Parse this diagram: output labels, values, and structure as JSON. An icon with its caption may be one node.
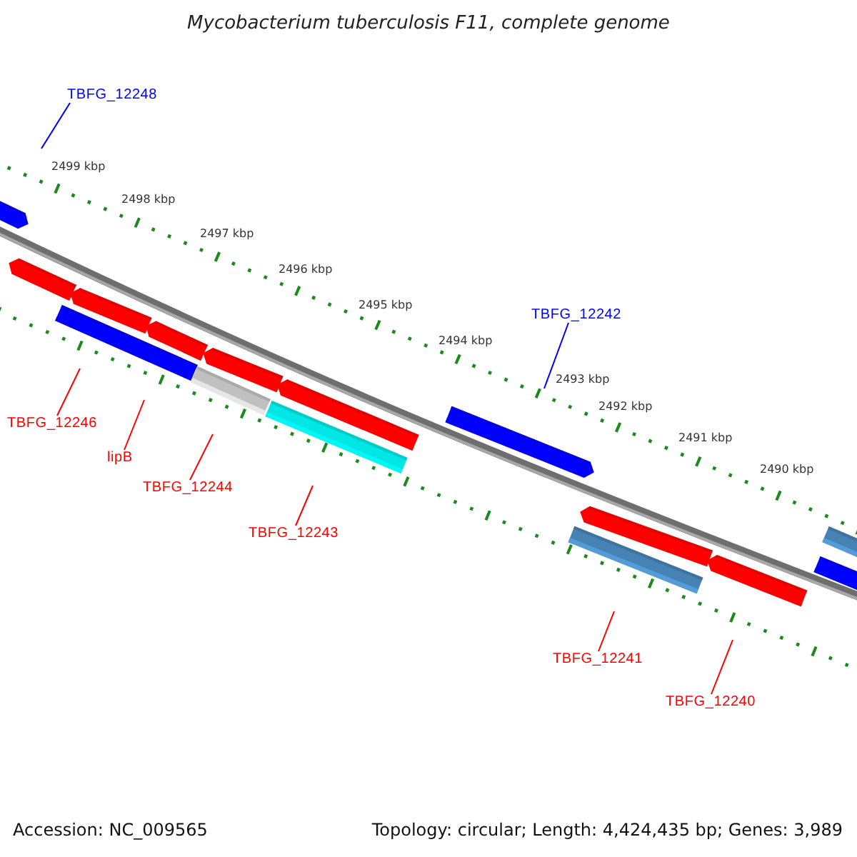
{
  "diagram": {
    "title": "Mycobacterium tuberculosis F11, complete genome",
    "nodes": [
      {
        "text": [
          "TBFG_12248"
        ]
      },
      {
        "text": [
          "TBFG_12246"
        ]
      },
      {
        "text": [
          "lipB"
        ]
      },
      {
        "text": [
          "TBFG_12244"
        ]
      },
      {
        "text": [
          "TBFG_12243"
        ]
      },
      {
        "text": [
          "TBFG_12242"
        ]
      },
      {
        "text": [
          "TBFG_12241"
        ]
      },
      {
        "text": [
          "TBFG_12240"
        ]
      }
    ],
    "edges": [
      {
        "from": 0,
        "to": null,
        "arrow": "none",
        "color": "#0000ff"
      },
      {
        "from": 1,
        "to": null,
        "arrow": "none"
      },
      {
        "from": 2,
        "to": null,
        "arrow": "none"
      },
      {
        "from": 3,
        "to": null,
        "arrow": "none"
      },
      {
        "from": 4,
        "to": null,
        "arrow": "none"
      },
      {
        "from": 5,
        "to": null,
        "arrow": "none",
        "color": "#0000ff"
      },
      {
        "from": 6,
        "to": null,
        "arrow": "none"
      },
      {
        "from": 7,
        "to": null,
        "arrow": "none"
      }
    ],
    "labels": [
      "2499 kbp",
      "2498 kbp",
      "2497 kbp",
      "2496 kbp",
      "2495 kbp",
      "2494 kbp",
      "2493 kbp",
      "2492 kbp",
      "2491 kbp",
      "2490 kbp",
      "Accession: NC_009565",
      "Topology: circular; Length: 4,424,435 bp; Genes: 3,989"
    ]
  }
}
